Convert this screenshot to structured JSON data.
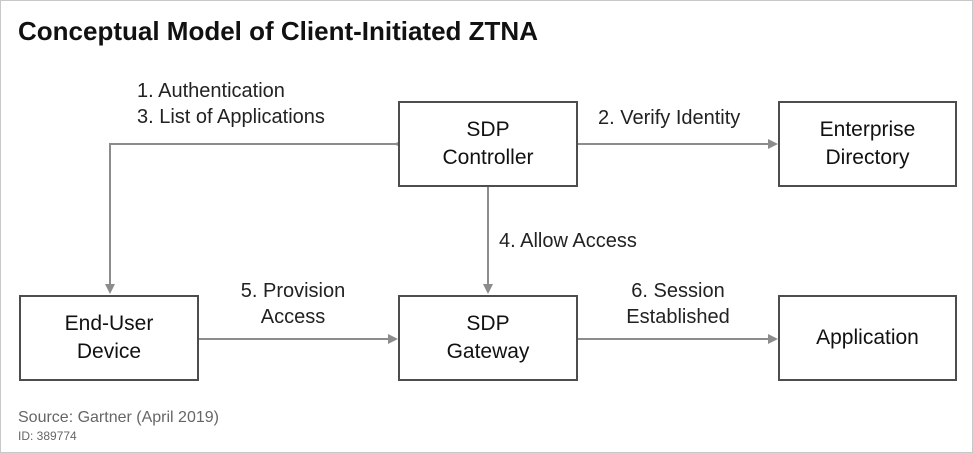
{
  "title": "Conceptual Model of Client-Initiated ZTNA",
  "nodes": {
    "sdp_controller": "SDP\nController",
    "enterprise_directory": "Enterprise\nDirectory",
    "end_user_device": "End-User\nDevice",
    "sdp_gateway": "SDP\nGateway",
    "application": "Application"
  },
  "edges": {
    "device_to_controller": "1. Authentication\n3. List of Applications",
    "controller_to_directory": "2. Verify Identity",
    "controller_to_gateway": "4. Allow Access",
    "device_to_gateway": "5. Provision\nAccess",
    "gateway_to_application": "6. Session\nEstablished"
  },
  "footer": {
    "source": "Source: Gartner (April 2019)",
    "id": "ID: 389774"
  },
  "colors": {
    "box_border": "#4d4d4d",
    "connector": "#8c8c8c",
    "text": "#111111"
  }
}
